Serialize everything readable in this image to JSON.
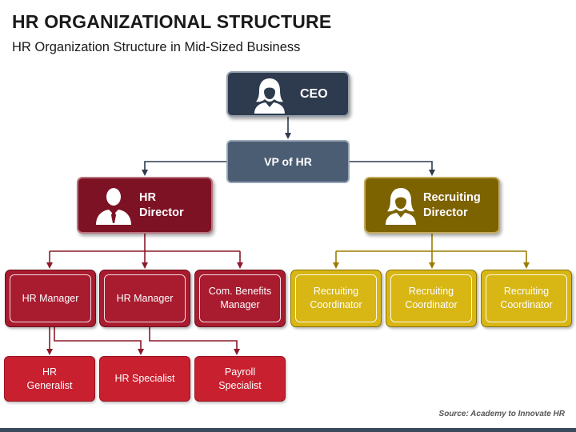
{
  "title": "HR ORGANIZATIONAL STRUCTURE",
  "subtitle": "HR Organization Structure in Mid-Sized Business",
  "source": "Source: Academy to Innovate HR",
  "nodes": {
    "ceo": "CEO",
    "vp": "VP of HR",
    "hr_director": [
      "HR",
      "Director"
    ],
    "recruiting_director": [
      "Recruiting",
      "Director"
    ],
    "hr_manager_1": "HR Manager",
    "hr_manager_2": "HR Manager",
    "benefits_manager": [
      "Com. Benefits",
      "Manager"
    ],
    "recruiting_coordinator_1": [
      "Recruiting",
      "Coordinator"
    ],
    "recruiting_coordinator_2": [
      "Recruiting",
      "Coordinator"
    ],
    "recruiting_coordinator_3": [
      "Recruiting",
      "Coordinator"
    ],
    "hr_generalist": [
      "HR",
      "Generalist"
    ],
    "hr_specialist": "HR Specialist",
    "payroll_specialist": [
      "Payroll",
      "Specialist"
    ]
  },
  "icons": {
    "ceo": "female-person-icon",
    "hr_director": "male-person-tie-icon",
    "recruiting_director": "female-person-icon"
  },
  "colors": {
    "executive": "#2e3b4e",
    "vp": "#4b5d73",
    "hr_branch": "#7e1225",
    "recruiting_branch": "#7d6200",
    "hr_tiles": "#a91b2f",
    "recruiting_tiles": "#d8b614",
    "leaf_tiles": "#c8202f"
  }
}
